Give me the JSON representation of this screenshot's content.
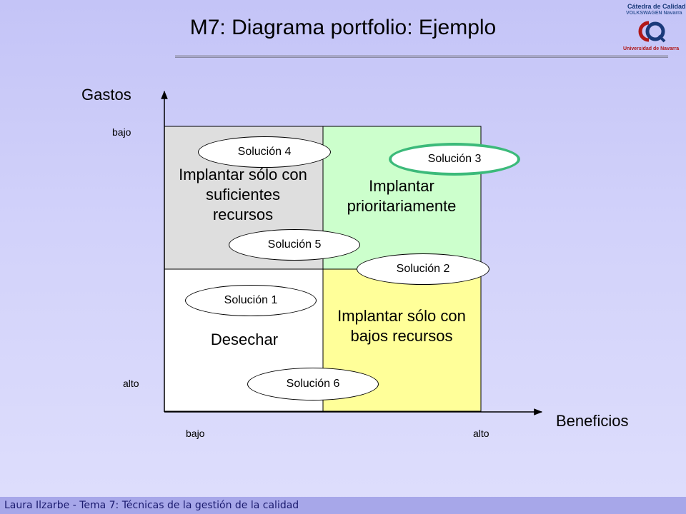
{
  "slide": {
    "title": "M7: Diagrama portfolio: Ejemplo",
    "footer": "Laura Ilzarbe - Tema 7: Técnicas de la gestión de la calidad"
  },
  "logo": {
    "line1": "Cátedra de Calidad",
    "line2": "VOLKSWAGEN Navarra",
    "line3": "Universidad de Navarra",
    "colors": {
      "blue": "#1a3a7a",
      "red": "#b01818"
    }
  },
  "axes": {
    "y_label": "Gastos",
    "x_label": "Beneficios",
    "y_top_tick": "bajo",
    "y_bottom_tick": "alto",
    "x_left_tick": "bajo",
    "x_right_tick": "alto"
  },
  "quadrants": {
    "top_left": {
      "label": "Implantar sólo con suficientes recursos",
      "color": "#dedede"
    },
    "top_right": {
      "label": "Implantar prioritariamente",
      "color": "#ccffcc"
    },
    "bottom_left": {
      "label": "Desechar",
      "color": "#ffffff"
    },
    "bottom_right": {
      "label": "Implantar sólo con bajos recursos",
      "color": "#ffff99"
    }
  },
  "solutions": [
    {
      "label": "Solución 1"
    },
    {
      "label": "Solución 2"
    },
    {
      "label": "Solución 3",
      "highlight_color": "#3cba7a"
    },
    {
      "label": "Solución 4"
    },
    {
      "label": "Solución 5"
    },
    {
      "label": "Solución 6"
    }
  ]
}
